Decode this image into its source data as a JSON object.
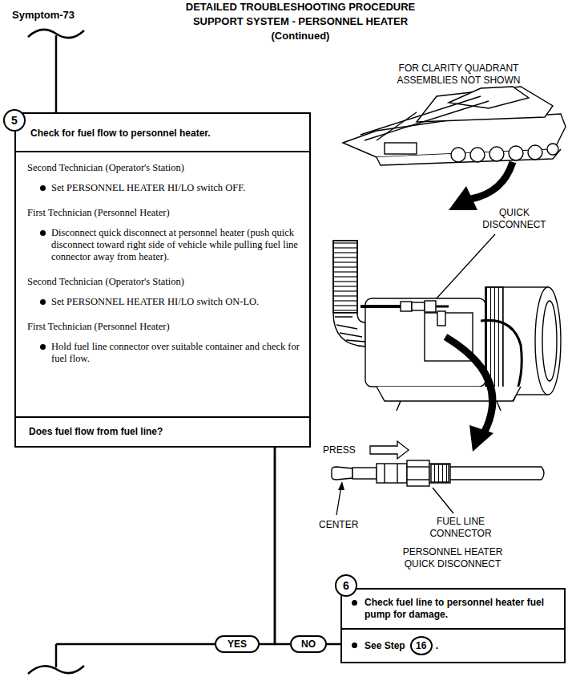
{
  "diagram": {
    "title": "DETAILED TROUBLESHOOTING PROCEDURE SUPPORT SYSTEM - PERSONNEL HEATER (Continued)",
    "nodes": [
      {
        "text": [
          "Check for fuel flow to personnel heater.",
          "Second Technician (Operator's Station)",
          "Set PERSONNEL HEATER HI/LO switch OFF.",
          "First Technician (Personnel Heater)",
          "Disconnect quick disconnect at personnel heater (push quick disconnect toward right side of vehicle while pulling fuel line connector away from heater).",
          "Second Technician (Operator's Station)",
          "Set PERSONNEL HEATER HI/LO switch ON-LO.",
          "First Technician (Personnel Heater)",
          "Hold fuel line connector over suitable container and check for fuel flow.",
          "Does fuel flow from fuel line?"
        ]
      },
      {
        "text": [
          "5"
        ],
        "in": 0
      },
      {
        "text": [
          "Check fuel line to personnel heater fuel pump for damage.",
          "See Step",
          "."
        ]
      },
      {
        "text": [
          "6"
        ],
        "in": 2
      },
      {
        "text": [
          "16"
        ],
        "in": 2
      },
      {
        "text": [
          "YES"
        ]
      },
      {
        "text": [
          "NO"
        ]
      }
    ],
    "edges": [
      {
        "from": 0,
        "to": 5,
        "arrow": "none"
      },
      {
        "from": 0,
        "to": 6,
        "arrow": "none"
      },
      {
        "from": 6,
        "to": 2,
        "arrow": "none"
      }
    ],
    "labels": [
      "Symptom-73",
      "FOR CLARITY QUADRANT ASSEMBLIES NOT SHOWN",
      "QUICK DISCONNECT",
      "PRESS",
      "CENTER",
      "FUEL LINE CONNECTOR",
      "PERSONNEL HEATER QUICK DISCONNECT"
    ]
  }
}
